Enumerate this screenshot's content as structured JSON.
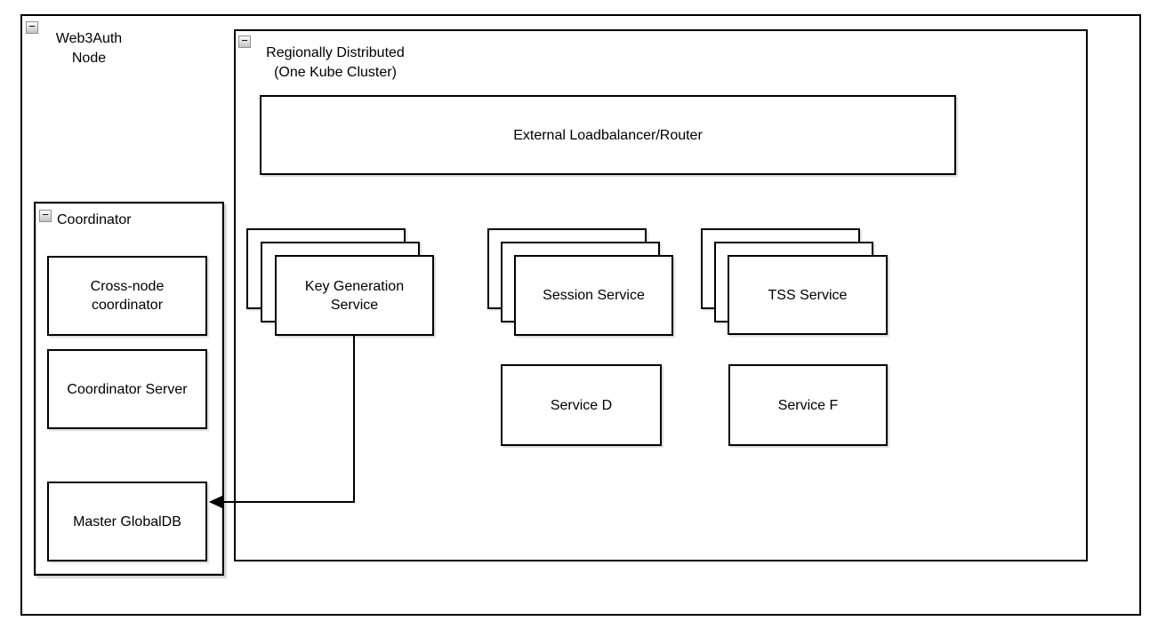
{
  "colors": {
    "background": "#ffffff",
    "shape_fill": "#ffffff",
    "shape_border": "#000000",
    "text": "#000000",
    "shadow": "#d9d9d9",
    "collapse_button_border": "#8f8f8f"
  },
  "icons": {
    "collapse_minus": "−"
  },
  "groups": {
    "web3auth_node": {
      "label_line1": "Web3Auth",
      "label_line2": "Node"
    },
    "regionally_distributed": {
      "label_line1": "Regionally Distributed",
      "label_line2": "(One Kube Cluster)"
    },
    "coordinator": {
      "label": "Coordinator"
    }
  },
  "nodes": {
    "external_loadbalancer": {
      "label": "External Loadbalancer/Router"
    },
    "key_generation_service": {
      "label_line1": "Key Generation",
      "label_line2": "Service",
      "replicas": 3
    },
    "session_service": {
      "label": "Session Service",
      "replicas": 3
    },
    "tss_service": {
      "label": "TSS Service",
      "replicas": 3
    },
    "service_d": {
      "label": "Service D"
    },
    "service_f": {
      "label": "Service F"
    },
    "cross_node_coordinator": {
      "label_line1": "Cross-node",
      "label_line2": "coordinator"
    },
    "coordinator_server": {
      "label": "Coordinator Server"
    },
    "master_globaldb": {
      "label": "Master GlobalDB"
    }
  },
  "edges": [
    {
      "from": "Key Generation Service",
      "to": "Master GlobalDB",
      "style": "orthogonal",
      "arrowhead": "target"
    }
  ]
}
